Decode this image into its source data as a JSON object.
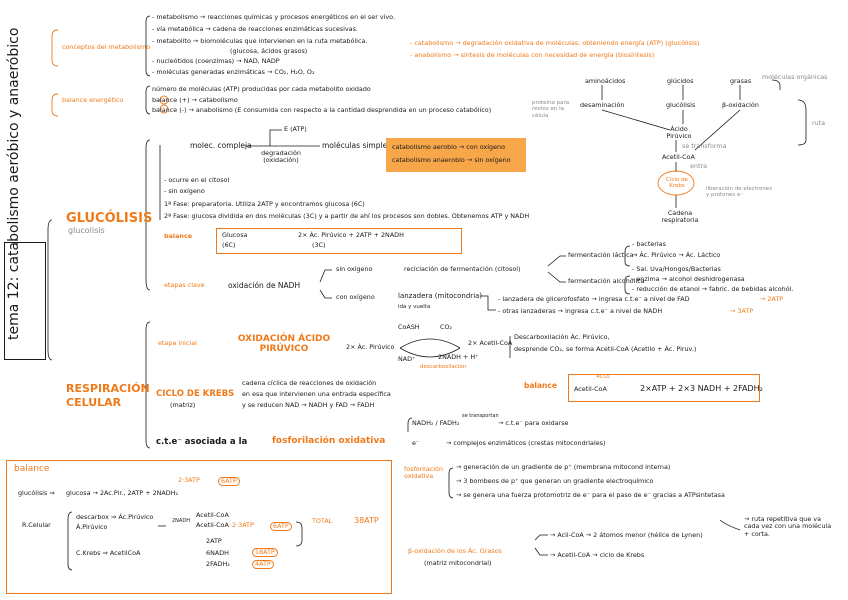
{
  "colors": {
    "accent": "#f07a1a",
    "text": "#1a1a1a",
    "muted": "#8a8a8a",
    "highlight": "#f7a64a"
  },
  "title": "tema 12: catabolismo aeróbico y anaeróbico",
  "conceptos": {
    "label": "conceptos del metabolismo",
    "lines": [
      "- metabolismo → reacciones químicas y procesos energéticos en el ser vivo.",
      "- vía metabólica → cadena de reacciones enzimáticas sucesivas.",
      "- metabolito → biomoléculas que intervienen en la ruta metabólica.",
      "(glucosa, ácidos grasos)",
      "- nucleótidos (coenzimas) → NAD, NADP",
      "- moléculas generadas enzimáticas → CO₂, H₂O, O₂"
    ]
  },
  "balance_energetico": {
    "label": "balance energético",
    "lines": [
      "número de moléculas (ATP) producidas por cada metabolito oxidado",
      "balance (+) → catabolismo",
      "balance (-) → anabolismo (E consumida con respecto a la cantidad desprendida en un proceso catabólico)"
    ]
  },
  "cat_ana": {
    "catabolismo": "- catabolismo → degradación oxidativa de moléculas, obteniendo energía (ATP) (glucólisis)",
    "anabolismo": "- anabolismo → síntesis de moléculas con necesidad de energía (biosíntesis)"
  },
  "diagram": {
    "top": [
      "aminoácidos",
      "glúcidos",
      "grasas"
    ],
    "top_note": "moléculas orgánicas",
    "mid": [
      "desaminación",
      "glucólisis",
      "β-oxidación"
    ],
    "left_note": "proteína para restos en la célula",
    "acido": "Ácido Pirúvico",
    "transforma": "se transforma",
    "acetil": "Acetil-CoA",
    "entra": "entra",
    "krebs": "Ciclo de Krebs",
    "liberacion": "liberación de electrones y protones e⁻",
    "cadena": "Cadena respiratoria",
    "ruta": "ruta"
  },
  "glucolisis": {
    "title": "GLUCÓLISIS",
    "subtitle": "glucolisis",
    "molec": "molec. compleja",
    "atp": "E (ATP)",
    "degradacion": "degradación (oxidación)",
    "simples": "moléculas simples",
    "box1": "catabolismo aerobio → con oxígeno",
    "box2": "catabolismo anaerobio → sin oxígeno",
    "ocurre": "- ocurre en el citosol",
    "sin_oxigeno": "- sin oxígeno",
    "fase1": "1ª Fase: preparatoria. Utiliza 2ATP y encontramos glucosa (6C)",
    "fase2": "2ª Fase: glucosa dividida en dos moléculas (3C) y a partir de ahí los procesos son dobles. Obtenemos ATP y NADH",
    "balance_label": "balance",
    "balance_glucosa": "Glucosa",
    "balance_6c": "(6C)",
    "balance_right": "2× Ác. Pirúvico + 2ATP + 2NADH",
    "balance_3c": "(3C)",
    "etapas": "etapas clave",
    "oxidacion_nadh": "oxidación de NADH",
    "sin_oxigeno2": "sin oxígeno",
    "recicla": "reciclación de fermentación (citosol)",
    "con_oxigeno": "con oxígeno",
    "lanzadera": "lanzadera (mitocondria)",
    "hoy_vuelta": "ida y vuelta",
    "ferm_lactica": "fermentación láctica",
    "bacterias": "- bacterias",
    "ac_piruvico": "→ Ác. Pirúvico → Ác. Láctico",
    "ferm_alcoholica": "fermentación alcohólica",
    "levadura": "- Sal. Uva/Hongos/Bacterias",
    "enzima": "- enzima → alcohol deshidrogenasa",
    "reduccion": "- reducción de etanol → fabric. de bebidas alcohól.",
    "lanz_glicerol": "- lanzadera de glicerofosfato → ingresa c.t.e⁻ a nivel de FAD",
    "lanz_glicerol_r": "→ 2ATP",
    "otras": "- otras lanzaderas → ingresa c.t.e⁻ a nivel de NADH",
    "otras_r": "→ 3ATP"
  },
  "respiracion": {
    "title": "RESPIRACIÓN CELULAR",
    "etapa": "etapa inicial",
    "oxidacion": "OXIDACIÓN ÁCIDO PIRÚVICO",
    "ac_pir": "2× Ác. Pirúvico",
    "coash": "CoASH",
    "co2": "CO₂",
    "acetil": "2× Acetil-CoA",
    "nad": "NAD⁺",
    "nadh": "2NADH + H⁺",
    "descarbox": "descarboxilación",
    "desc1": "Descarboxilación Ác. Pirúvico,",
    "desc2": "desprende CO₂, se forma Acetil-CoA (Acetilo + Ác. Piruv.)",
    "krebs": "CICLO DE KREBS",
    "matriz": "(matriz)",
    "krebs_desc1": "cadena cíclica de reacciones de oxidación",
    "krebs_desc2": "en esa que intervienen una entrada específica",
    "krebs_desc3": "y se reducen NAD → NADH y FAD → FADH",
    "balance_label": "balance",
    "fcoa": "4CO₂",
    "acetil_bal": "Acetil-CoA",
    "balance_right": "2×ATP + 2×3 NADH + 2FADH₂",
    "cte": "c.t.e⁻ asociada a la",
    "fosforilacion": "fosforilación oxidativa",
    "nadh_fadh": "NADH₂ / FADH₂",
    "transporta": "se transportan",
    "cte_oxidar": "→ c.t.e⁻ para oxidarse",
    "e_transport": "e⁻",
    "complejos": "→ complejos enzimáticos (crestas mitocondriales)",
    "fosf_label": "fosforilación oxidativa",
    "fosf1": "→ generación de un gradiente de p⁺ (membrana mitocond interna)",
    "fosf2": "→ 3 bombeos de p⁺ que generan un gradiente electroquímico",
    "fosf3": "→ se genera una fuerza protomotriz de e⁻ para el paso de e⁻ gracias a ATPsintetasa",
    "beta": "β-oxidación de los Ác. Grasos",
    "matriz2": "(matriz mitocondrial)",
    "beta1": "→ Acil-CoA → 2 átomos menor (hélice de Lynen)",
    "beta2": "→ Acetil-CoA → ciclo de Krebs",
    "ruta": "→ ruta repetitiva que va cada vez con una molécula + corta."
  },
  "balance_final": {
    "title": "balance",
    "gluc_label": "glucólisis ⇒",
    "gluc_eq": "glucosa → 2Ac.Pir., 2ATP + 2NADH₂",
    "gluc_note": "2·3ATP",
    "gluc_total": "6ATP",
    "resp_label": "R.Celular",
    "desc": "descarbox ⇒ Ác.Pirúvico",
    "desc2": "Á.Pirúvico",
    "acetil1": "Acetil-CoA",
    "acetil2": "Acetil-CoA",
    "nadh": "2NADH",
    "desc_note": "2·3ATP",
    "desc_total": "6ATP",
    "total_label": "TOTAL",
    "total": "38ATP",
    "krebs_label": "C.Krebs ⇒ AcetilCoA",
    "k1": "2ATP",
    "k2": "6NADH",
    "k3": "2FADH₂",
    "k_total1": "18ATP",
    "k_total2": "4ATP"
  }
}
